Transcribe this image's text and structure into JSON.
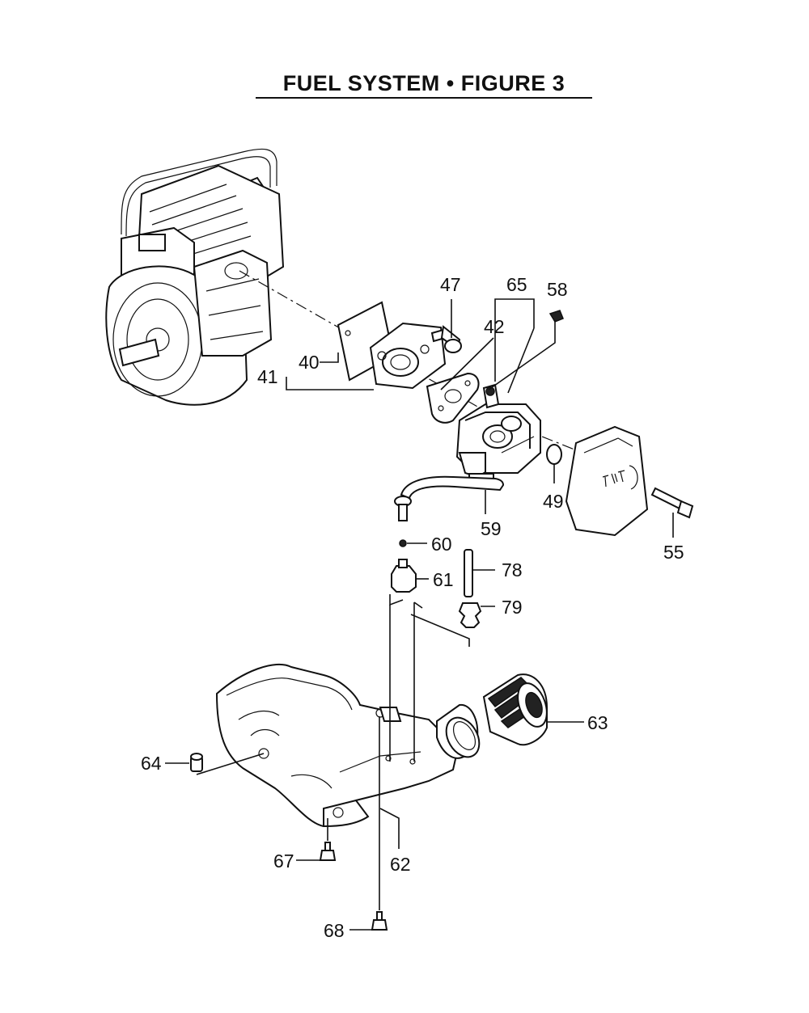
{
  "figure": {
    "title": "FUEL SYSTEM  •  FIGURE 3"
  },
  "callouts": [
    {
      "id": "40",
      "label": "40"
    },
    {
      "id": "41",
      "label": "41"
    },
    {
      "id": "42",
      "label": "42"
    },
    {
      "id": "47",
      "label": "47"
    },
    {
      "id": "49",
      "label": "49"
    },
    {
      "id": "55",
      "label": "55"
    },
    {
      "id": "58",
      "label": "58"
    },
    {
      "id": "59",
      "label": "59"
    },
    {
      "id": "60",
      "label": "60"
    },
    {
      "id": "61",
      "label": "61"
    },
    {
      "id": "62",
      "label": "62"
    },
    {
      "id": "63",
      "label": "63"
    },
    {
      "id": "64",
      "label": "64"
    },
    {
      "id": "65",
      "label": "65"
    },
    {
      "id": "67",
      "label": "67"
    },
    {
      "id": "68",
      "label": "68"
    },
    {
      "id": "78",
      "label": "78"
    },
    {
      "id": "79",
      "label": "79"
    }
  ]
}
